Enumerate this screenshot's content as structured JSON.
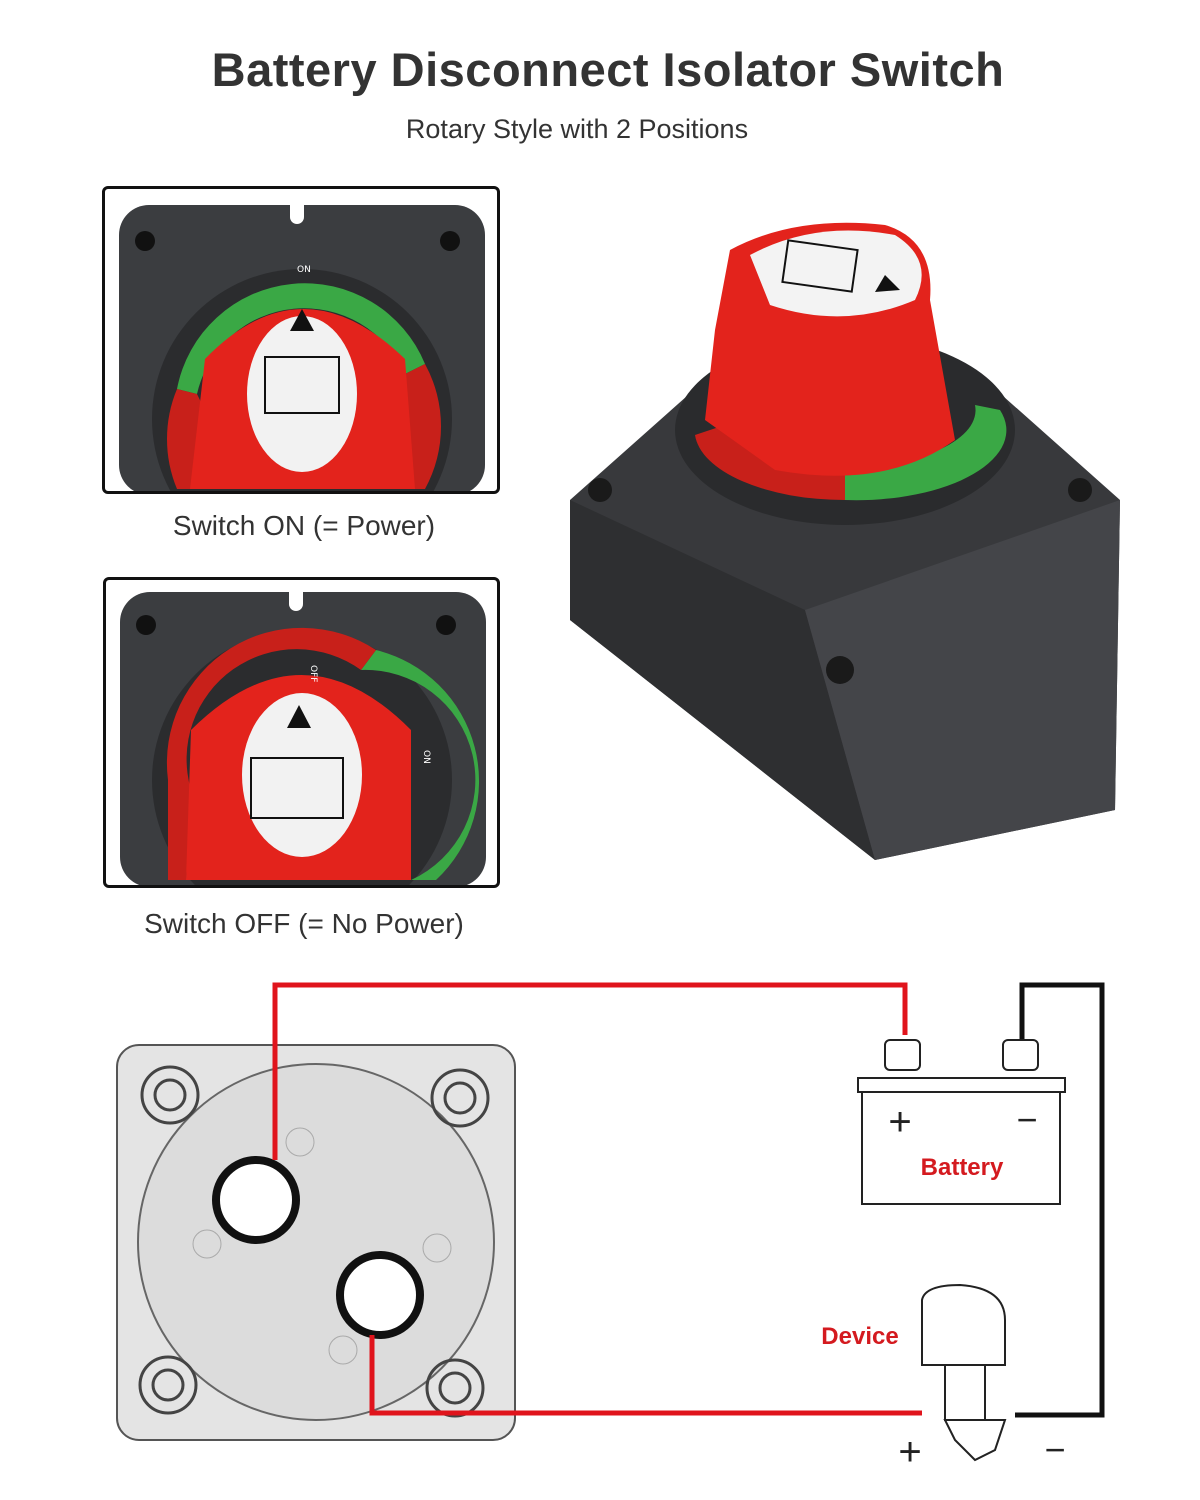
{
  "header": {
    "title": "Battery Disconnect Isolator Switch",
    "subtitle": "Rotary Style with 2 Positions"
  },
  "positions": [
    {
      "caption": "Switch ON (= Power)",
      "dial_label": "ON"
    },
    {
      "caption": "Switch OFF (= No Power)",
      "dial_label": "OFF",
      "dial_label_2": "ON"
    }
  ],
  "diagram": {
    "battery_label": "Battery",
    "device_label": "Device",
    "positive_symbol": "+",
    "negative_symbol": "−"
  },
  "colors": {
    "switch_red": "#e3231c",
    "switch_green": "#3aa845",
    "housing": "#3b3d40",
    "wire_red": "#e0141c",
    "wire_black": "#111111",
    "label_red": "#d41a1f"
  }
}
